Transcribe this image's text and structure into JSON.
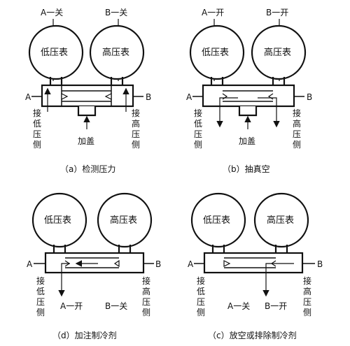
{
  "panels": [
    {
      "caption": "（a）检测压力",
      "top_left_label": "A一关",
      "top_right_label": "B一关",
      "low_gauge": "低压表",
      "high_gauge": "高压表",
      "port_a": "A",
      "port_b": "B",
      "low_side_vertical": [
        "接",
        "低",
        "压",
        "侧"
      ],
      "high_side_vertical": [
        "接",
        "高",
        "压",
        "侧"
      ],
      "center_label": "加盖"
    },
    {
      "caption": "（b）抽真空",
      "top_left_label": "A一开",
      "top_right_label": "B一开",
      "low_gauge": "低压表",
      "high_gauge": "高压表",
      "port_a": "A",
      "port_b": "B",
      "low_side_vertical": [
        "接",
        "低",
        "压",
        "侧"
      ],
      "high_side_vertical": [
        "接",
        "高",
        "压",
        "侧"
      ],
      "center_label": "加盖"
    },
    {
      "caption": "（d）加注制冷剂",
      "low_gauge": "低压表",
      "high_gauge": "高压表",
      "port_a": "A",
      "port_b": "B",
      "low_side_vertical": [
        "接",
        "低",
        "压",
        "侧"
      ],
      "high_side_vertical": [
        "接",
        "高",
        "压",
        "侧"
      ],
      "bottom_left_label": "A一开",
      "bottom_right_label": "B一关"
    },
    {
      "caption": "（c）放空或排除制冷剂",
      "low_gauge": "低压表",
      "high_gauge": "高压表",
      "port_a": "A",
      "port_b": "B",
      "low_side_vertical": [
        "接",
        "低",
        "压",
        "侧"
      ],
      "high_side_vertical": [
        "接",
        "高",
        "压",
        "侧"
      ],
      "bottom_left_label": "A一关",
      "bottom_right_label": "B一开"
    }
  ]
}
